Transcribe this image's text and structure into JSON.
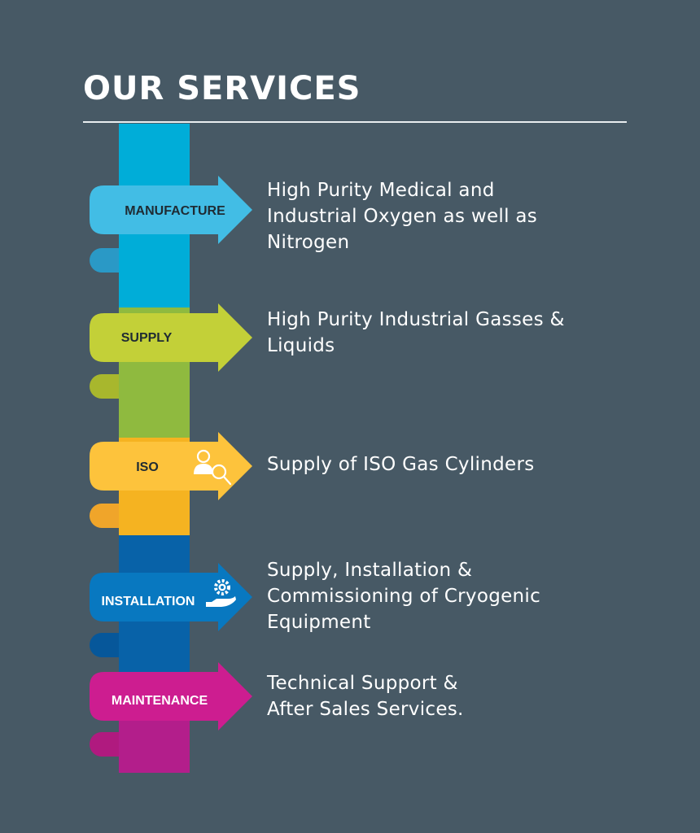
{
  "page": {
    "title": "OUR SERVICES",
    "background": "#475965"
  },
  "services": [
    {
      "label": "MANUFACTURE",
      "lines": [
        "High Purity Medical and",
        "Industrial Oxygen as well as",
        "Nitrogen"
      ],
      "color": "#42bde5",
      "icon": ""
    },
    {
      "label": "SUPPLY",
      "lines": [
        "High Purity Industrial Gasses &",
        "Liquids"
      ],
      "color": "#c3d038",
      "icon": ""
    },
    {
      "label": "ISO",
      "lines": [
        "Supply of ISO Gas Cylinders"
      ],
      "color": "#fdc33c",
      "icon": "user-search-icon"
    },
    {
      "label": "INSTALLATION",
      "lines": [
        "Supply, Installation &",
        "Commissioning of Cryogenic",
        "Equipment"
      ],
      "color": "#0878c0",
      "icon": "gear-hand-icon"
    },
    {
      "label": "MAINTENANCE",
      "lines": [
        "Technical Support &",
        "After Sales Services."
      ],
      "color": "#cd1d90",
      "icon": ""
    }
  ]
}
